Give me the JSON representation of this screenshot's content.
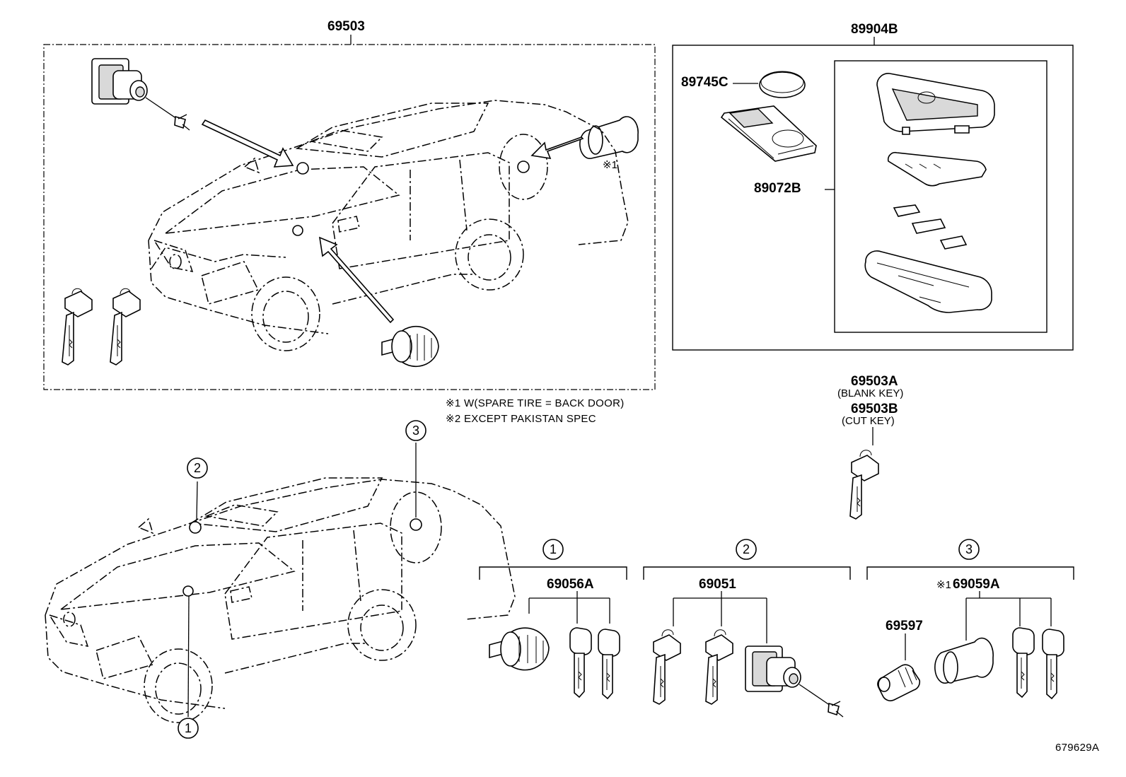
{
  "parts": {
    "lock_set": "69503",
    "transmitter_assy": "89904B",
    "battery": "89745C",
    "transmitter_sub": "89072B",
    "blank_key": "69503A",
    "blank_key_note": "(BLANK KEY)",
    "cut_key": "69503B",
    "cut_key_note": "(CUT KEY)",
    "cyl_set_1": "69056A",
    "cyl_set_2": "69051",
    "cyl_set_3": "69059A",
    "spare_cyl": "69597"
  },
  "marks": {
    "note1_mark": "※1",
    "note2_mark": "※2"
  },
  "notes": {
    "note1": "※1 W(SPARE TIRE = BACK DOOR)",
    "note2": "※2 EXCEPT PAKISTAN SPEC"
  },
  "callouts": {
    "c1": "1",
    "c2": "2",
    "c3": "3"
  },
  "illustration_id": "679629A"
}
